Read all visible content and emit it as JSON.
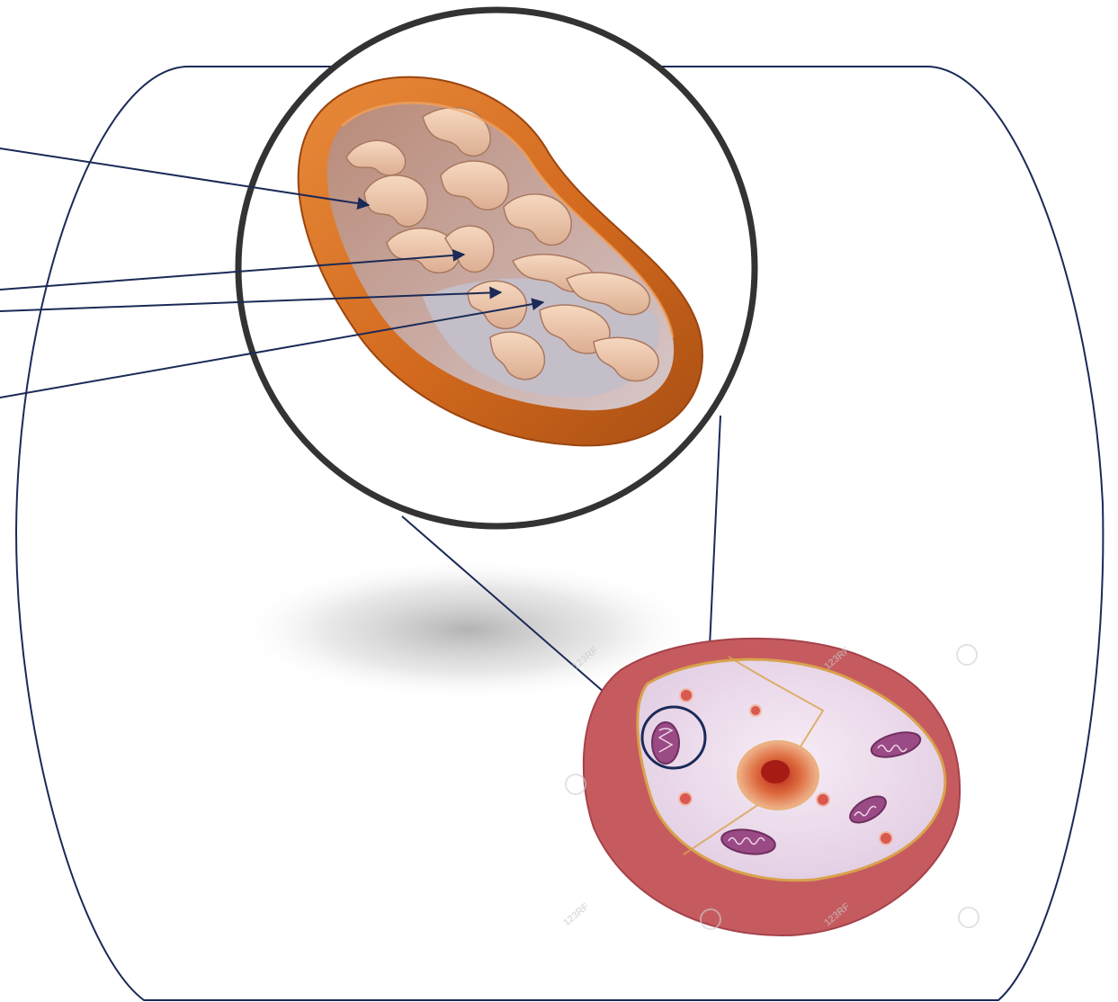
{
  "diagram": {
    "subject": "mitochondrion-in-animal-cell",
    "colors": {
      "frame_stroke": "#1b2a57",
      "arrow_stroke": "#1b2a57",
      "magnifier_ring": "#333333",
      "mito_outer": "#d2691e",
      "mito_outer_dark": "#a94f13",
      "cristae": "#f0c9ad",
      "cristae_shadow": "#c99a80",
      "matrix": "#c7c0c7",
      "cell_membrane": "#c65b5f",
      "cell_membrane_dark": "#a5424a",
      "cytoplasm": "#efe1ee",
      "cell_rim": "#d8a24c",
      "nucleus": "#d86a3e",
      "nucleolus": "#b8231a",
      "small_mito": "#9a4a85"
    },
    "label_pointers": [
      {
        "id": "pointer-1",
        "target": "cristae-upper"
      },
      {
        "id": "pointer-2",
        "target": "cristae-middle"
      },
      {
        "id": "pointer-3",
        "target": "inner-membrane"
      },
      {
        "id": "pointer-4",
        "target": "matrix"
      }
    ],
    "watermark": {
      "text": "123RF"
    }
  }
}
